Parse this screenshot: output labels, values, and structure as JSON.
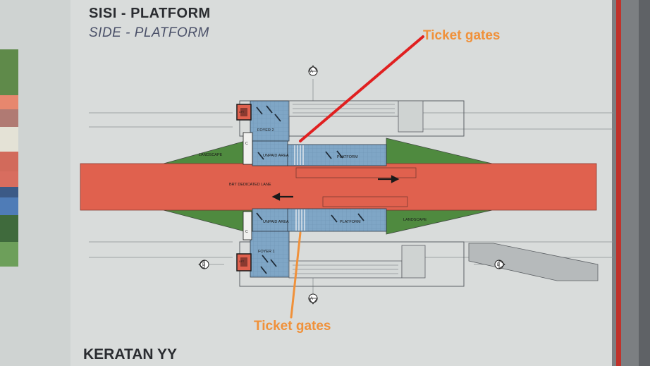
{
  "titles": {
    "main": "SISI - PLATFORM",
    "sub": "SIDE - PLATFORM",
    "section": "KERATAN YY"
  },
  "labels": {
    "foyer_top": "FOYER 2",
    "foyer_bottom": "FOYER 1",
    "unpaid_top": "UNPAID AREA",
    "unpaid_bottom": "UNPAID AREA",
    "platform_top": "PLATFORM",
    "platform_bottom": "PLATFORM",
    "landscape_left": "LANDSCAPE",
    "landscape_right": "LANDSCAPE",
    "lane": "BRT DEDICATED LANE",
    "marker_a": "A",
    "marker_b": "B",
    "lift_top": "LIFT",
    "lift_bottom": "LIFT",
    "room_c": "C"
  },
  "annotations": {
    "ticket_gates_top": "Ticket gates",
    "ticket_gates_bottom": "Ticket gates"
  },
  "colors": {
    "paper": "#dfe2e0",
    "brt_lane": "#e0614e",
    "platform": "#7fa6c6",
    "landscape": "#4f8a3f",
    "annotation_top_line": "#e02020",
    "annotation_bottom_line": "#f0913a",
    "annotation_text": "#f0913a",
    "frame_red": "#c0322b"
  }
}
